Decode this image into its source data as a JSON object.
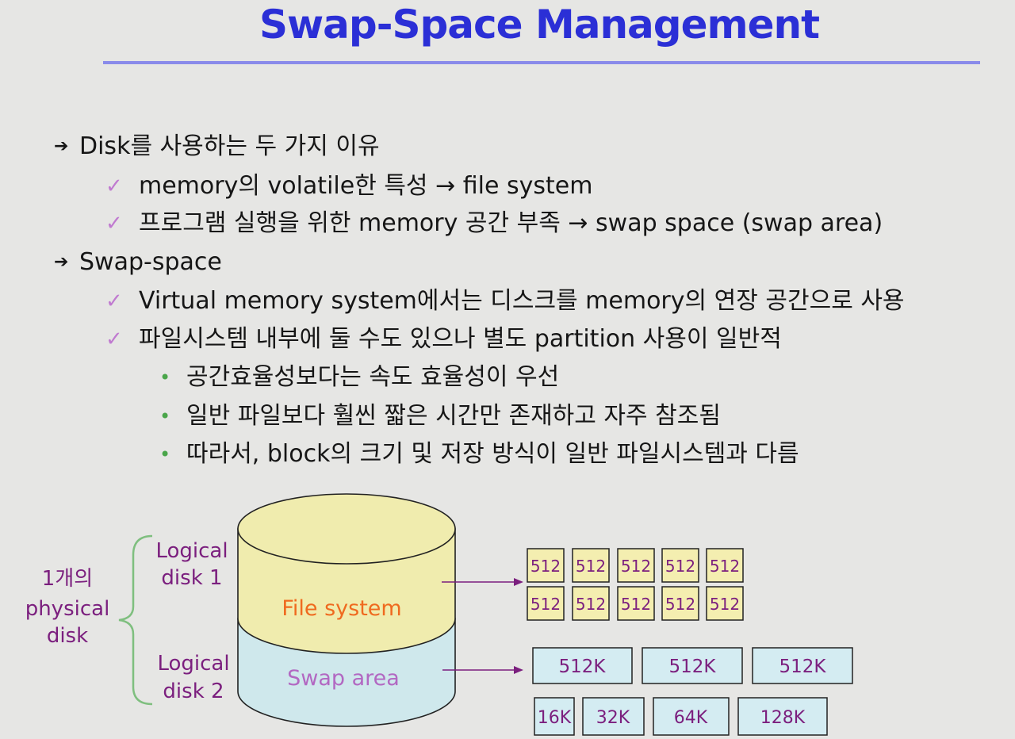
{
  "slide": {
    "title": "Swap-Space Management"
  },
  "bullets": [
    {
      "level": 1,
      "text": "Disk를 사용하는 두 가지 이유"
    },
    {
      "level": 2,
      "text": "memory의 volatile한 특성 → file system"
    },
    {
      "level": 2,
      "text": "프로그램 실행을 위한 memory 공간 부족 → swap space (swap area)"
    },
    {
      "level": 1,
      "text": "Swap-space"
    },
    {
      "level": 2,
      "text": "Virtual memory system에서는 디스크를 memory의 연장 공간으로 사용"
    },
    {
      "level": 2,
      "text": "파일시스템 내부에 둘 수도 있으나 별도 partition 사용이 일반적"
    },
    {
      "level": 3,
      "text": "공간효율성보다는 속도 효율성이 우선"
    },
    {
      "level": 3,
      "text": "일반 파일보다 훨씬 짧은 시간만 존재하고 자주 참조됨"
    },
    {
      "level": 3,
      "text": "따라서, block의 크기 및 저장 방식이 일반 파일시스템과 다름"
    }
  ],
  "markers": {
    "level1": "➔",
    "level2": "✓",
    "level3": "•"
  },
  "diagram": {
    "physical_disk_label": [
      "1개의",
      "physical",
      "disk"
    ],
    "logical_disk_1": [
      "Logical",
      "disk 1"
    ],
    "logical_disk_2": [
      "Logical",
      "disk 2"
    ],
    "file_system_label": "File system",
    "swap_area_label": "Swap area",
    "fs_blocks": [
      "512",
      "512",
      "512",
      "512",
      "512",
      "512",
      "512",
      "512",
      "512",
      "512"
    ],
    "swap_blocks_row1": [
      "512K",
      "512K",
      "512K"
    ],
    "swap_blocks_row2": [
      "16K",
      "32K",
      "64K",
      "128K"
    ]
  },
  "colors": {
    "title": "#2b2fd6",
    "title_rule": "#8a8bea",
    "diagram_label": "#7b1f7e",
    "file_system_fill": "#f0ecae",
    "file_system_text": "#ef6a1f",
    "swap_fill": "#cfe8ec",
    "swap_text": "#b268c2",
    "fs_block_fill": "#f4eeb0",
    "swap_block_fill": "#d4ecf2",
    "block_text": "#7b1f7e"
  }
}
